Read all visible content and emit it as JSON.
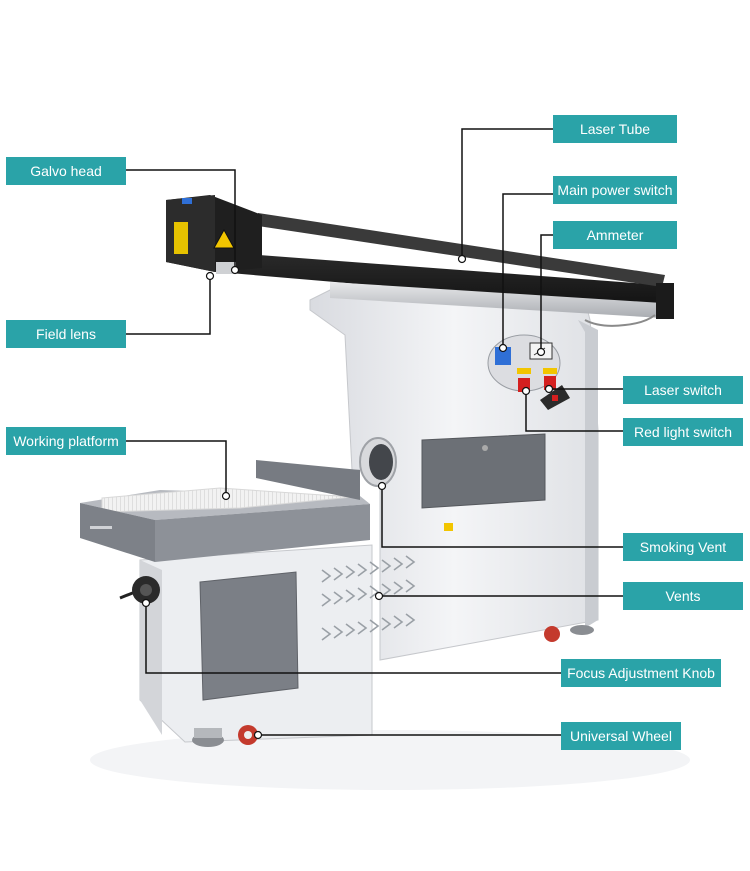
{
  "image": {
    "subject": "laser-marking-machine",
    "background_color": "#ffffff",
    "callout_color": "#2aa3a8",
    "leader_color": "#111111",
    "labels": {
      "laser_tube": "Laser Tube",
      "galvo_head": "Galvo head",
      "main_power_switch": "Main power switch",
      "ammeter": "Ammeter",
      "field_lens": "Field lens",
      "laser_switch": "Laser switch",
      "red_light_switch": "Red light switch",
      "working_platform": "Working platform",
      "smoking_vent": "Smoking Vent",
      "vents": "Vents",
      "focus_adjustment_knob": "Focus Adjustment Knob",
      "universal_wheel": "Universal Wheel"
    }
  }
}
